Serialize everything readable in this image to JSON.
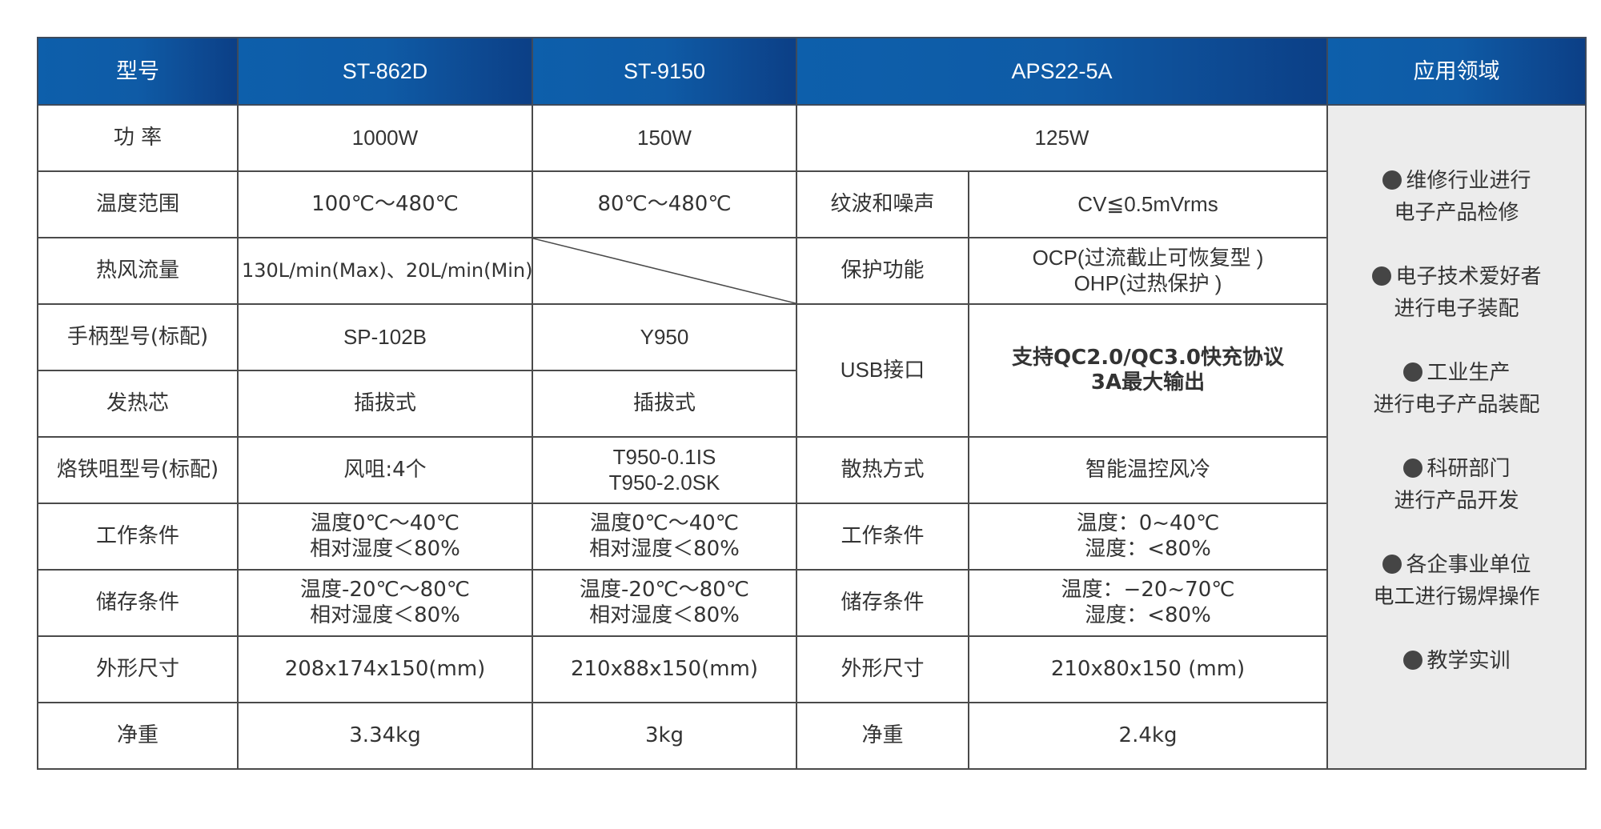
{
  "header": {
    "model_label": "型号",
    "st862d": "ST-862D",
    "st9150": "ST-9150",
    "aps22": "APS22-5A",
    "application_label": "应用领域"
  },
  "power": {
    "label": "功 率",
    "st862d": "1000W",
    "st9150": "150W",
    "aps22": "125W"
  },
  "temp_range": {
    "label": "温度范围",
    "st862d": "100℃～480℃",
    "st9150": "80℃～480℃"
  },
  "ripple": {
    "label": "纹波和噪声",
    "value": "CV≦0.5mVrms"
  },
  "airflow": {
    "label": "热风流量",
    "st862d": "130L/min(Max)、20L/min(Min)"
  },
  "protection": {
    "label": "保护功能",
    "line1": "OCP(过流截止可恢复型 )",
    "line2": "OHP(过热保护 )"
  },
  "handle": {
    "label": "手柄型号(标配)",
    "st862d": "SP-102B",
    "st9150": "Y950"
  },
  "usb": {
    "label": "USB接口",
    "line1": "支持QC2.0/QC3.0快充协议",
    "line2": "3A最大输出"
  },
  "heater": {
    "label": "发热芯",
    "st862d": "插拔式",
    "st9150": "插拔式"
  },
  "tip": {
    "label": "烙铁咀型号(标配)",
    "st862d": "风咀:4个",
    "st9150_line1": "T950-0.1IS",
    "st9150_line2": "T950-2.0SK"
  },
  "cooling": {
    "label": "散热方式",
    "value": "智能温控风冷"
  },
  "work_cond": {
    "label": "工作条件",
    "st862d_line1": "温度0℃～40℃",
    "st862d_line2": "相对湿度＜80%",
    "st9150_line1": "温度0℃～40℃",
    "st9150_line2": "相对湿度＜80%",
    "aps_label": "工作条件",
    "aps_line1": "温度：0~40℃",
    "aps_line2": "湿度：<80%"
  },
  "store_cond": {
    "label": "储存条件",
    "st862d_line1": "温度-20℃～80℃",
    "st862d_line2": "相对湿度＜80%",
    "st9150_line1": "温度-20℃～80℃",
    "st9150_line2": "相对湿度＜80%",
    "aps_label": "储存条件",
    "aps_line1": "温度：−20~70℃",
    "aps_line2": "湿度：<80%"
  },
  "dimensions": {
    "label": "外形尺寸",
    "st862d": "208x174x150(mm)",
    "st9150": "210x88x150(mm)",
    "aps_label": "外形尺寸",
    "aps": "210x80x150 (mm)"
  },
  "weight": {
    "label": "净重",
    "st862d": "3.34kg",
    "st9150": "3kg",
    "aps_label": "净重",
    "aps": "2.4kg"
  },
  "applications": [
    {
      "line1": "维修行业进行",
      "line2": "电子产品检修"
    },
    {
      "line1": "电子技术爱好者",
      "line2": "进行电子装配"
    },
    {
      "line1": "工业生产",
      "line2": "进行电子产品装配"
    },
    {
      "line1": "科研部门",
      "line2": "进行产品开发"
    },
    {
      "line1": "各企事业单位",
      "line2": "电工进行锡焊操作"
    },
    {
      "line1": "教学实训",
      "line2": ""
    }
  ],
  "colors": {
    "header_blue": "#0d5fab",
    "header_dark": "#0c3f86",
    "app_bg": "#ececec",
    "border": "#4a4a4a"
  }
}
